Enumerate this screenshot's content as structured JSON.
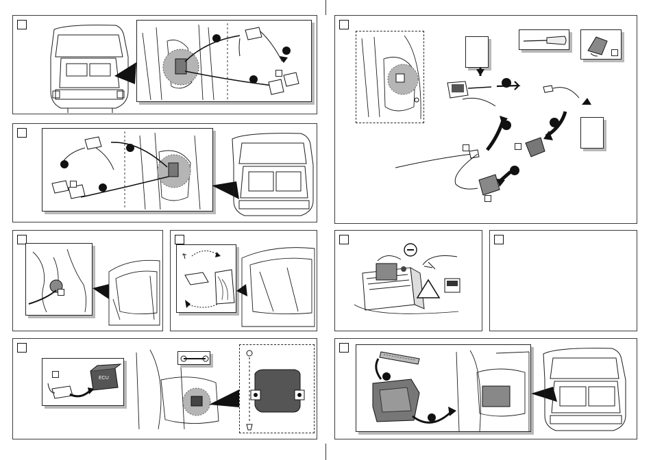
{
  "document": {
    "steps": [
      {
        "id": "panel-1",
        "label": ""
      },
      {
        "id": "panel-2",
        "label": ""
      },
      {
        "id": "panel-3",
        "label": ""
      },
      {
        "id": "panel-4",
        "label": ""
      },
      {
        "id": "panel-5",
        "label": ""
      },
      {
        "id": "panel-6",
        "label": ""
      },
      {
        "id": "panel-7",
        "label": ""
      },
      {
        "id": "panel-8",
        "label": ""
      },
      {
        "id": "panel-9",
        "label": ""
      }
    ],
    "module_label": "ECU",
    "minus_sign": "−",
    "colors": {
      "shade": "#b5b5b5",
      "line": "#1a1a1a",
      "shadow": "#b8b8b8"
    },
    "icons": [
      "screwdriver-icon",
      "wrench-icon",
      "minus-icon",
      "warning-triangle-icon",
      "arrow-icon"
    ]
  }
}
